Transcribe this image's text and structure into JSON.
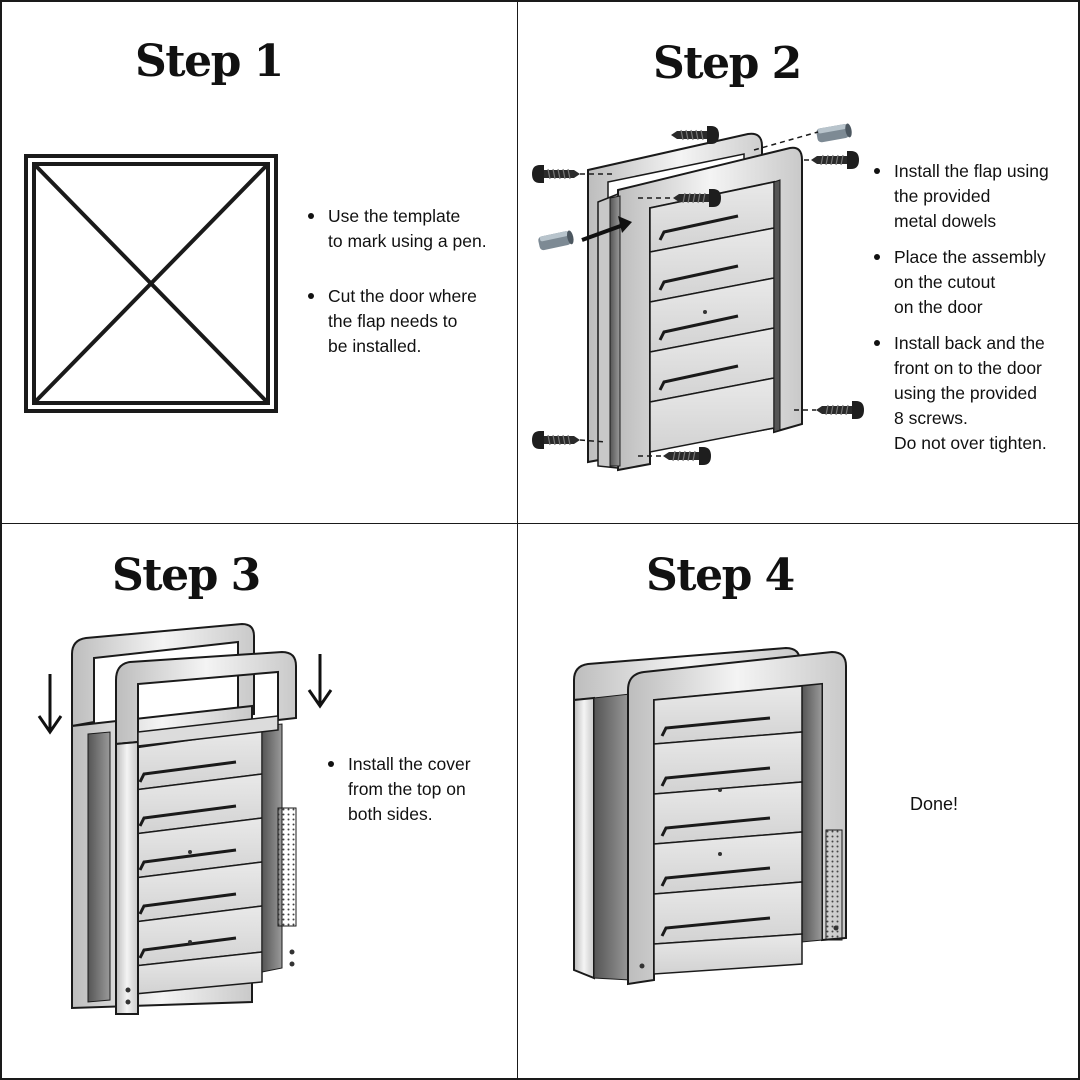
{
  "steps": [
    {
      "title": "Step 1",
      "bullets": [
        "Use the template\nto mark using a pen.",
        "Cut the door where\nthe flap needs to\nbe installed."
      ]
    },
    {
      "title": "Step 2",
      "bullets": [
        "Install the flap using\nthe provided\nmetal dowels",
        "Place the assembly\non the cutout\non the door",
        "Install back and the\nfront on to the door\nusing the provided\n8 screws.\nDo not over tighten."
      ]
    },
    {
      "title": "Step 3",
      "bullets": [
        "Install the cover\nfrom the top on\nboth sides."
      ]
    },
    {
      "title": "Step 4",
      "note": "Done!"
    }
  ],
  "icons": {
    "template": "template-x-square-icon",
    "screw": "screw-icon",
    "dowel": "dowel-icon",
    "arrow_down": "arrow-down-icon"
  },
  "colors": {
    "line": "#1a1a1a",
    "metal_light": "#f2f2f2",
    "metal_mid": "#d0d0d0",
    "metal_dark": "#8a8a8a",
    "hardware": "#2a2a2a"
  }
}
